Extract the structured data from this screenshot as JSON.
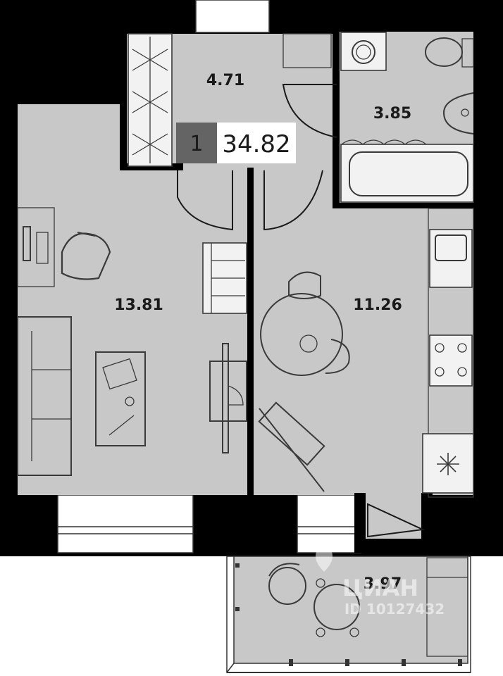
{
  "badge": {
    "rooms": "1",
    "total_area": "34.82"
  },
  "rooms": {
    "hall": "4.71",
    "bathroom": "3.85",
    "living_room": "13.81",
    "kitchen": "11.26",
    "balcony": "3.97"
  },
  "watermark": {
    "brand": "ЦИАН",
    "id": "ID 10127432"
  },
  "colors": {
    "floor": "#c8c8c8",
    "wall": "#000000",
    "badge_dark": "#646464",
    "badge_light": "#ffffff"
  }
}
